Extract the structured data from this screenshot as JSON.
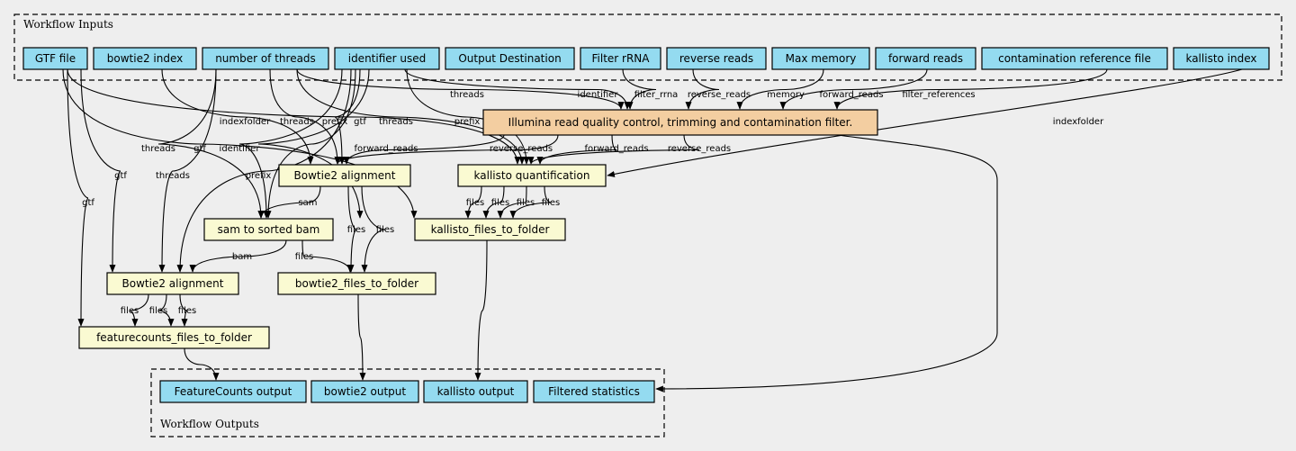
{
  "inputs_cluster": {
    "title": "Workflow Inputs"
  },
  "outputs_cluster": {
    "title": "Workflow Outputs"
  },
  "colors": {
    "input": "#94dbf0",
    "step": "#fafad2",
    "main_step": "#f3cea1",
    "background": "#eeeeee"
  },
  "nodes": [
    {
      "id": "gtf",
      "label": "GTF file",
      "kind": "input"
    },
    {
      "id": "bt2idx",
      "label": "bowtie2 index",
      "kind": "input"
    },
    {
      "id": "threads",
      "label": "number of threads",
      "kind": "input"
    },
    {
      "id": "ident",
      "label": "identifier used",
      "kind": "input"
    },
    {
      "id": "outdest",
      "label": "Output Destination",
      "kind": "input"
    },
    {
      "id": "rrna",
      "label": "Filter rRNA",
      "kind": "input"
    },
    {
      "id": "rev",
      "label": "reverse reads",
      "kind": "input"
    },
    {
      "id": "mem",
      "label": "Max memory",
      "kind": "input"
    },
    {
      "id": "fwd",
      "label": "forward reads",
      "kind": "input"
    },
    {
      "id": "contam",
      "label": "contamination reference file",
      "kind": "input"
    },
    {
      "id": "kidx",
      "label": "kallisto index",
      "kind": "input"
    },
    {
      "id": "illumina",
      "label": "Illumina read quality control, trimming and contamination filter.",
      "kind": "main_step"
    },
    {
      "id": "bt2a",
      "label": "Bowtie2 alignment",
      "kind": "step"
    },
    {
      "id": "kq",
      "label": "kallisto quantification",
      "kind": "step"
    },
    {
      "id": "sam",
      "label": "sam to sorted bam",
      "kind": "step"
    },
    {
      "id": "kftf",
      "label": "kallisto_files_to_folder",
      "kind": "step"
    },
    {
      "id": "bt2b",
      "label": "Bowtie2 alignment",
      "kind": "step"
    },
    {
      "id": "bftf",
      "label": "bowtie2_files_to_folder",
      "kind": "step"
    },
    {
      "id": "fcftf",
      "label": "featurecounts_files_to_folder",
      "kind": "step"
    },
    {
      "id": "o_fc",
      "label": "FeatureCounts output",
      "kind": "input"
    },
    {
      "id": "o_bt2",
      "label": "bowtie2 output",
      "kind": "input"
    },
    {
      "id": "o_k",
      "label": "kallisto output",
      "kind": "input"
    },
    {
      "id": "o_fs",
      "label": "Filtered statistics",
      "kind": "input"
    }
  ],
  "edges": [
    {
      "from": "threads",
      "to": "illumina",
      "label": "threads"
    },
    {
      "from": "ident",
      "to": "illumina",
      "label": "identifier"
    },
    {
      "from": "rrna",
      "to": "illumina",
      "label": "filter_rrna"
    },
    {
      "from": "rev",
      "to": "illumina",
      "label": "reverse_reads"
    },
    {
      "from": "mem",
      "to": "illumina",
      "label": "memory"
    },
    {
      "from": "fwd",
      "to": "illumina",
      "label": "forward_reads"
    },
    {
      "from": "contam",
      "to": "illumina",
      "label": "filter_references"
    },
    {
      "from": "kidx",
      "to": "kq",
      "label": "indexfolder"
    },
    {
      "from": "bt2idx",
      "to": "bt2a",
      "label": "indexfolder"
    },
    {
      "from": "threads",
      "to": "bt2a",
      "label": "threads"
    },
    {
      "from": "ident",
      "to": "bt2a",
      "label": "prefix"
    },
    {
      "from": "gtf",
      "to": "kq",
      "label": "gtf"
    },
    {
      "from": "threads",
      "to": "kq",
      "label": "threads"
    },
    {
      "from": "ident",
      "to": "kq",
      "label": "prefix"
    },
    {
      "from": "threads",
      "to": "sam",
      "label": "threads"
    },
    {
      "from": "gtf",
      "to": "kftf",
      "label": "gtf"
    },
    {
      "from": "ident",
      "to": "sam",
      "label": "identifier"
    },
    {
      "from": "illumina",
      "to": "bt2a",
      "label": "forward_reads"
    },
    {
      "from": "illumina",
      "to": "bt2a",
      "label": "reverse_reads"
    },
    {
      "from": "illumina",
      "to": "kq",
      "label": "forward_reads"
    },
    {
      "from": "illumina",
      "to": "kq",
      "label": "reverse_reads"
    },
    {
      "from": "gtf",
      "to": "bt2b",
      "label": "gtf"
    },
    {
      "from": "threads",
      "to": "bt2b",
      "label": "threads"
    },
    {
      "from": "ident",
      "to": "kftf",
      "label": "prefix"
    },
    {
      "from": "gtf",
      "to": "fcftf",
      "label": "gtf"
    },
    {
      "from": "bt2a",
      "to": "sam",
      "label": "sam"
    },
    {
      "from": "bt2a",
      "to": "bftf",
      "label": "files"
    },
    {
      "from": "bt2a",
      "to": "bftf",
      "label": "files"
    },
    {
      "from": "kq",
      "to": "kftf",
      "label": "files"
    },
    {
      "from": "kq",
      "to": "kftf",
      "label": "files"
    },
    {
      "from": "kq",
      "to": "kftf",
      "label": "files"
    },
    {
      "from": "kq",
      "to": "kftf",
      "label": "files"
    },
    {
      "from": "sam",
      "to": "bt2b",
      "label": "bam"
    },
    {
      "from": "sam",
      "to": "bftf",
      "label": "files"
    },
    {
      "from": "bt2b",
      "to": "fcftf",
      "label": "files"
    },
    {
      "from": "bt2b",
      "to": "fcftf",
      "label": "files"
    },
    {
      "from": "bt2b",
      "to": "fcftf",
      "label": "files"
    },
    {
      "from": "fcftf",
      "to": "o_fc",
      "label": ""
    },
    {
      "from": "bftf",
      "to": "o_bt2",
      "label": ""
    },
    {
      "from": "kftf",
      "to": "o_k",
      "label": ""
    },
    {
      "from": "ident",
      "to": "bt2b",
      "label": ""
    },
    {
      "from": "ident",
      "to": "sam",
      "label": ""
    },
    {
      "from": "illumina",
      "to": "o_fs",
      "label": ""
    }
  ]
}
